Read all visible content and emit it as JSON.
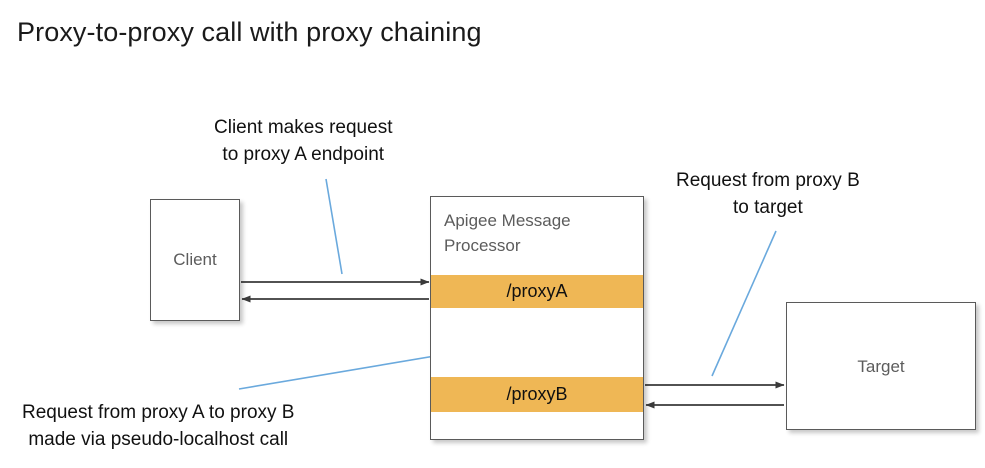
{
  "title": "Proxy-to-proxy call with proxy chaining",
  "nodes": {
    "client": {
      "label": "Client"
    },
    "target": {
      "label": "Target"
    },
    "message_processor": {
      "title_line1": "Apigee Message",
      "title_line2": "Processor",
      "title": "Apigee Message Processor",
      "bands": [
        {
          "label": "/proxyA"
        },
        {
          "label": "/proxyB"
        }
      ]
    }
  },
  "callouts": [
    {
      "line1": "Client makes request",
      "line2": "to proxy A endpoint",
      "text": "Client makes request to proxy A endpoint"
    },
    {
      "line1": "Request from proxy B",
      "line2": "to target",
      "text": "Request from proxy B to target"
    },
    {
      "line1": "Request from proxy A to proxy B",
      "line2": "made via pseudo-localhost call",
      "text": "Request from proxy A to proxy B made via pseudo-localhost call"
    }
  ],
  "flows": [
    {
      "name": "client-to-proxya-request",
      "direction": "right"
    },
    {
      "name": "proxya-to-client-response",
      "direction": "left"
    },
    {
      "name": "proxya-to-proxyb-request",
      "direction": "down"
    },
    {
      "name": "proxyb-to-proxya-response",
      "direction": "up"
    },
    {
      "name": "proxyb-to-target-request",
      "direction": "right"
    },
    {
      "name": "target-to-proxyb-response",
      "direction": "left"
    }
  ],
  "colors": {
    "proxy_band": "#efb755",
    "box_border": "#5a5a5a",
    "flow_arrow": "#3a3a3a",
    "leader_line": "#6aa9dd",
    "node_label": "#5c5c5c",
    "background": "#ffffff"
  }
}
